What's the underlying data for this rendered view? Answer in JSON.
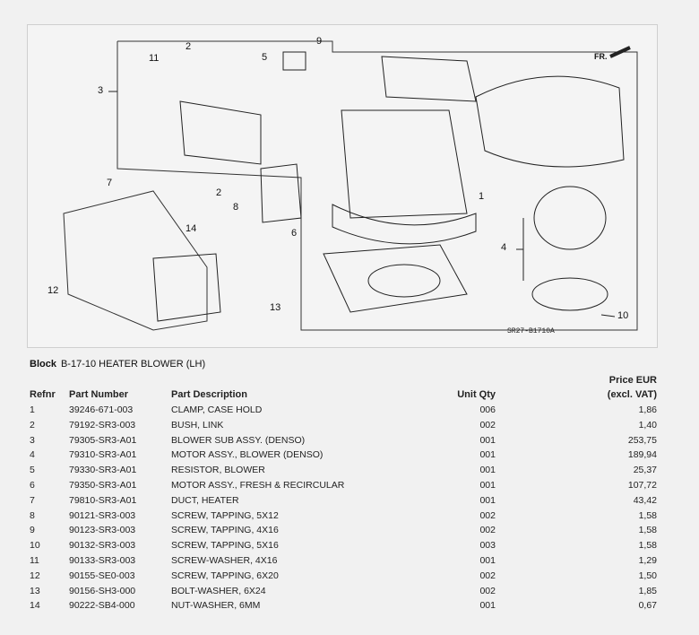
{
  "diagram": {
    "code": "SR27-B1710A",
    "front_marker": "FR.",
    "callouts": [
      "1",
      "2",
      "2",
      "3",
      "4",
      "5",
      "6",
      "7",
      "8",
      "9",
      "10",
      "11",
      "12",
      "13",
      "14"
    ]
  },
  "block": {
    "label": "Block",
    "value": "B-17-10 HEATER BLOWER (LH)"
  },
  "table": {
    "headers": {
      "refnr": "Refnr",
      "part_number": "Part Number",
      "description": "Part Description",
      "qty": "Unit Qty",
      "price_line1": "Price EUR",
      "price_line2": "(excl. VAT)"
    },
    "rows": [
      {
        "refnr": "1",
        "part": "39246-671-003",
        "desc": "CLAMP, CASE HOLD",
        "qty": "006",
        "price": "1,86"
      },
      {
        "refnr": "2",
        "part": "79192-SR3-003",
        "desc": "BUSH, LINK",
        "qty": "002",
        "price": "1,40"
      },
      {
        "refnr": "3",
        "part": "79305-SR3-A01",
        "desc": "BLOWER SUB ASSY. (DENSO)",
        "qty": "001",
        "price": "253,75"
      },
      {
        "refnr": "4",
        "part": "79310-SR3-A01",
        "desc": "MOTOR ASSY., BLOWER (DENSO)",
        "qty": "001",
        "price": "189,94"
      },
      {
        "refnr": "5",
        "part": "79330-SR3-A01",
        "desc": "RESISTOR, BLOWER",
        "qty": "001",
        "price": "25,37"
      },
      {
        "refnr": "6",
        "part": "79350-SR3-A01",
        "desc": "MOTOR ASSY., FRESH & RECIRCULAR",
        "qty": "001",
        "price": "107,72"
      },
      {
        "refnr": "7",
        "part": "79810-SR3-A01",
        "desc": "DUCT, HEATER",
        "qty": "001",
        "price": "43,42"
      },
      {
        "refnr": "8",
        "part": "90121-SR3-003",
        "desc": "SCREW, TAPPING, 5X12",
        "qty": "002",
        "price": "1,58"
      },
      {
        "refnr": "9",
        "part": "90123-SR3-003",
        "desc": "SCREW, TAPPING, 4X16",
        "qty": "002",
        "price": "1,58"
      },
      {
        "refnr": "10",
        "part": "90132-SR3-003",
        "desc": "SCREW, TAPPING, 5X16",
        "qty": "003",
        "price": "1,58"
      },
      {
        "refnr": "11",
        "part": "90133-SR3-003",
        "desc": "SCREW-WASHER, 4X16",
        "qty": "001",
        "price": "1,29"
      },
      {
        "refnr": "12",
        "part": "90155-SE0-003",
        "desc": "SCREW, TAPPING, 6X20",
        "qty": "002",
        "price": "1,50"
      },
      {
        "refnr": "13",
        "part": "90156-SH3-000",
        "desc": "BOLT-WASHER, 6X24",
        "qty": "002",
        "price": "1,85"
      },
      {
        "refnr": "14",
        "part": "90222-SB4-000",
        "desc": "NUT-WASHER, 6MM",
        "qty": "001",
        "price": "0,67"
      }
    ]
  }
}
